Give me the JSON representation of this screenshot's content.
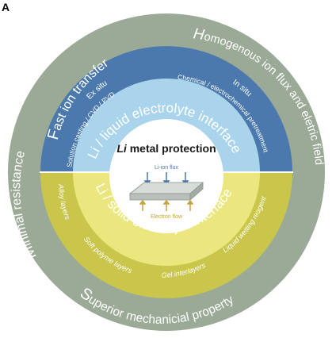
{
  "panel_label": "A",
  "center": {
    "title_italic": "Li",
    "title_rest": " metal protection",
    "flux_label": "Li-ion flux",
    "flow_label": "Electron flow"
  },
  "outer_ring": {
    "top_left_first": "F",
    "top_left_rest": "ast ion transfer",
    "top_right_first": "H",
    "top_right_rest": "omogenous ion flux and eletric field",
    "left_first": "M",
    "left_rest": "inimal resistance",
    "bottom_first": "S",
    "bottom_rest": "uperior mechanicial property"
  },
  "liquid_interface": {
    "arc_label": "Li / liquid electrolyte interface",
    "ex_situ": "Ex situ",
    "ex_situ_methods": "Solution casting / CVD / PVD",
    "in_situ": "In situ",
    "in_situ_methods": "Chemical / electrochemical pretreatment"
  },
  "solid_interface": {
    "arc_label": "Li / solid electrolyte interface",
    "alloy_layers": "Alloy layers",
    "soft_polyme_layers": "Soft polyme layers",
    "gel_interlayers": "Gel interlayers",
    "liquid_wetting": "Liquid wetting reagent"
  },
  "colors": {
    "outer_ring": "#9aaa96",
    "liquid_ring": "#4b79ae",
    "liquid_inner": "#a9d4ec",
    "solid_ring": "#c9c64b",
    "solid_inner": "#ebe77e",
    "center": "#ffffff",
    "text_light": "#ffffff",
    "text_dark": "#1a1a1a"
  }
}
